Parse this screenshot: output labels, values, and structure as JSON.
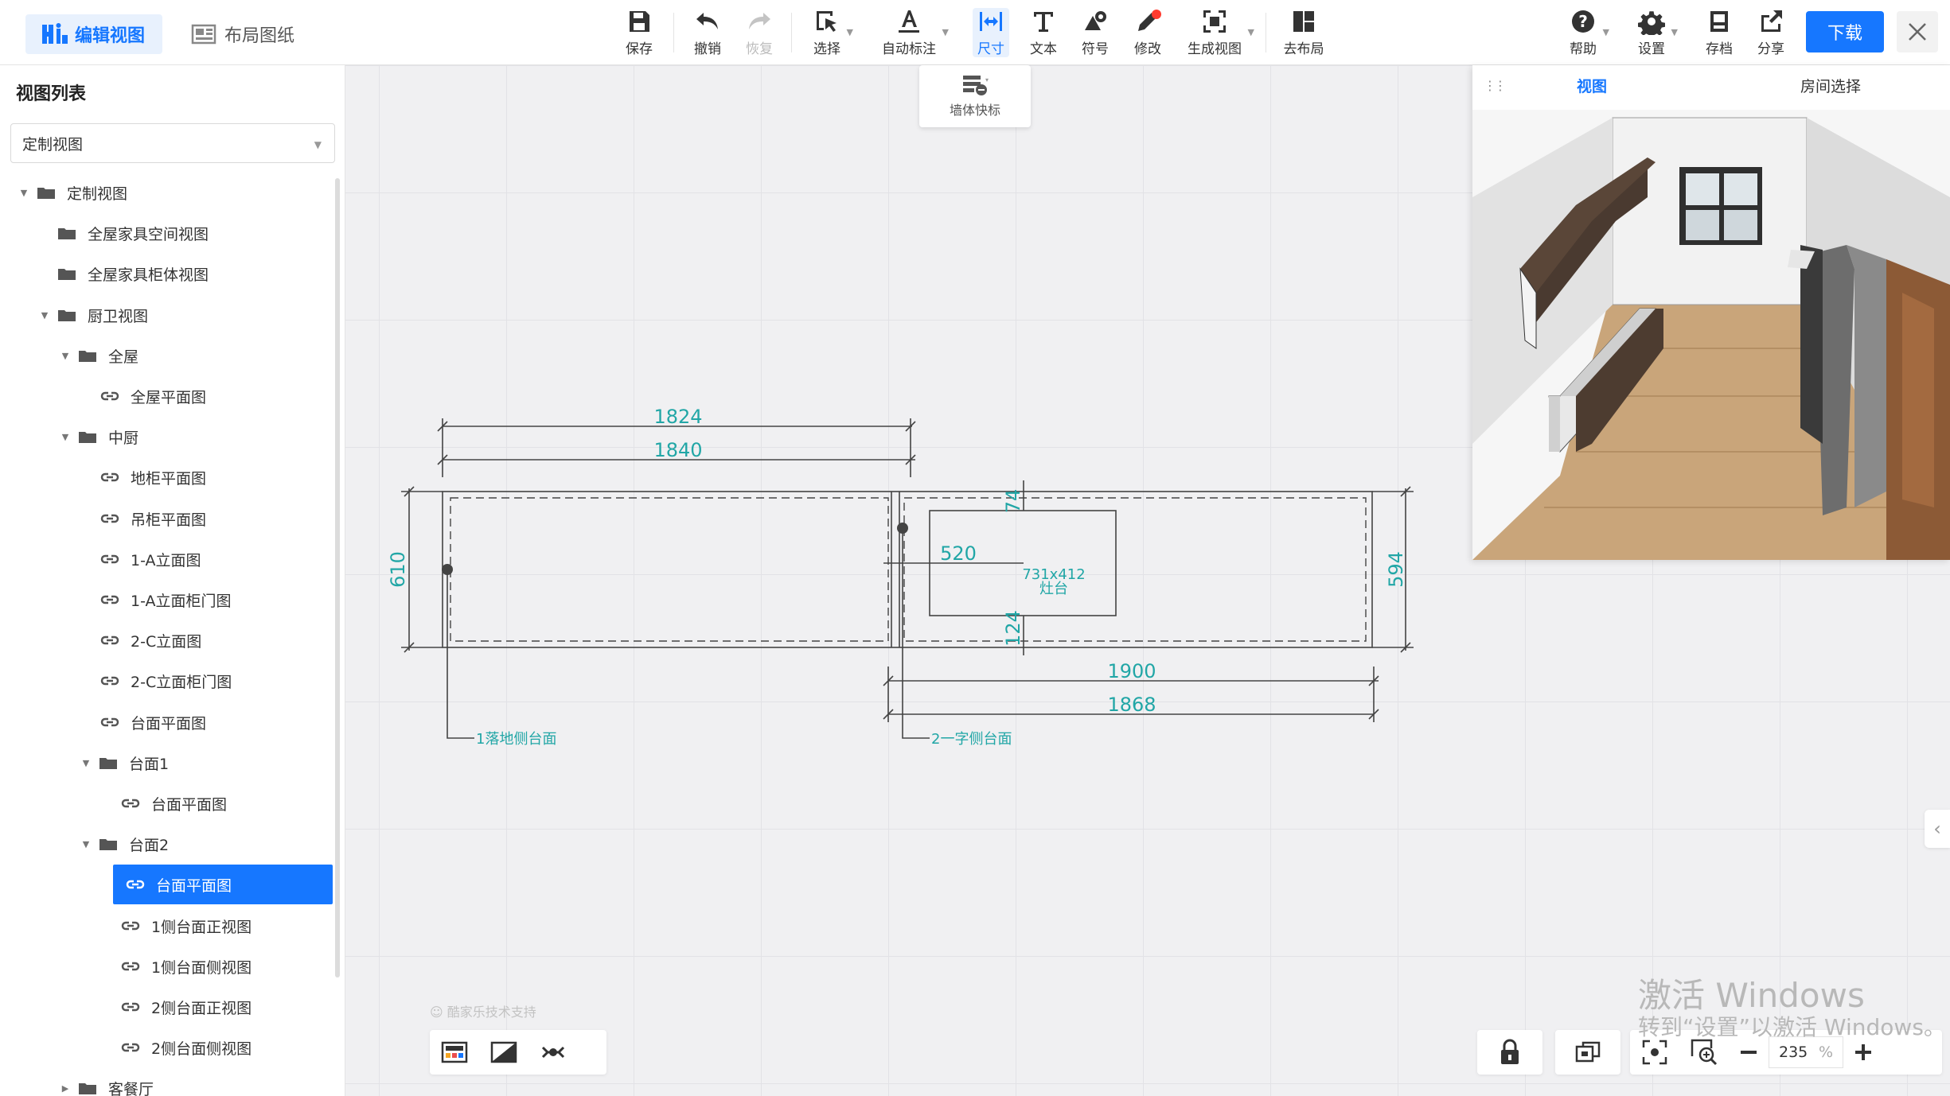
{
  "topbar": {
    "mode_edit": "编辑视图",
    "mode_layout": "布局图纸",
    "tools": {
      "save": "保存",
      "undo": "撤销",
      "redo": "恢复",
      "select": "选择",
      "auto_dim": "自动标注",
      "dimension": "尺寸",
      "text": "文本",
      "symbol": "符号",
      "modify": "修改",
      "generate": "生成视图",
      "to_layout": "去布局"
    },
    "right": {
      "help": "帮助",
      "settings": "设置",
      "archive": "存档",
      "share": "分享",
      "download": "下载"
    }
  },
  "wall_quick": "墙体快标",
  "left_panel": {
    "title": "视图列表",
    "select_value": "定制视图",
    "tree": [
      {
        "label": "定制视图",
        "icon": "folder-icon",
        "expanded": true
      },
      {
        "label": "全屋家具空间视图",
        "icon": "folder-icon"
      },
      {
        "label": "全屋家具柜体视图",
        "icon": "folder-icon"
      },
      {
        "label": "厨卫视图",
        "icon": "folder-icon",
        "expanded": true
      },
      {
        "label": "全屋",
        "icon": "folder-icon",
        "expanded": true
      },
      {
        "label": "全屋平面图",
        "icon": "link-icon"
      },
      {
        "label": "中厨",
        "icon": "folder-icon",
        "expanded": true
      },
      {
        "label": "地柜平面图",
        "icon": "link-icon"
      },
      {
        "label": "吊柜平面图",
        "icon": "link-icon"
      },
      {
        "label": "1-A立面图",
        "icon": "link-icon"
      },
      {
        "label": "1-A立面柜门图",
        "icon": "link-icon"
      },
      {
        "label": "2-C立面图",
        "icon": "link-icon"
      },
      {
        "label": "2-C立面柜门图",
        "icon": "link-icon"
      },
      {
        "label": "台面平面图",
        "icon": "link-icon"
      },
      {
        "label": "台面1",
        "icon": "folder-icon",
        "expanded": true
      },
      {
        "label": "台面平面图",
        "icon": "link-icon"
      },
      {
        "label": "台面2",
        "icon": "folder-icon",
        "expanded": true
      },
      {
        "label": "台面平面图",
        "icon": "link-icon",
        "selected": true
      },
      {
        "label": "1侧台面正视图",
        "icon": "link-icon"
      },
      {
        "label": "1侧台面侧视图",
        "icon": "link-icon"
      },
      {
        "label": "2侧台面正视图",
        "icon": "link-icon"
      },
      {
        "label": "2侧台面侧视图",
        "icon": "link-icon"
      },
      {
        "label": "客餐厅",
        "icon": "folder-icon",
        "expanded": false
      }
    ]
  },
  "drawing": {
    "dim_1824": "1824",
    "dim_1840": "1840",
    "dim_610": "610",
    "dim_74": "74",
    "dim_520": "520",
    "stove_size": "731x412",
    "stove_label": "灶台",
    "dim_124": "124",
    "dim_594": "594",
    "dim_1900": "1900",
    "dim_1868": "1868",
    "label_1": "1落地侧台面",
    "label_2": "2一字侧台面",
    "dim_color": "#21a6a6"
  },
  "preview": {
    "tab_view": "视图",
    "tab_room": "房间选择"
  },
  "bottom": {
    "support": "酷家乐技术支持",
    "zoom": "235",
    "zoom_unit": "%"
  },
  "watermark": {
    "line1": "激活 Windows",
    "line2": "转到“设置”以激活 Windows。"
  },
  "colors": {
    "accent": "#1677ff",
    "dimension": "#21a6a6"
  }
}
